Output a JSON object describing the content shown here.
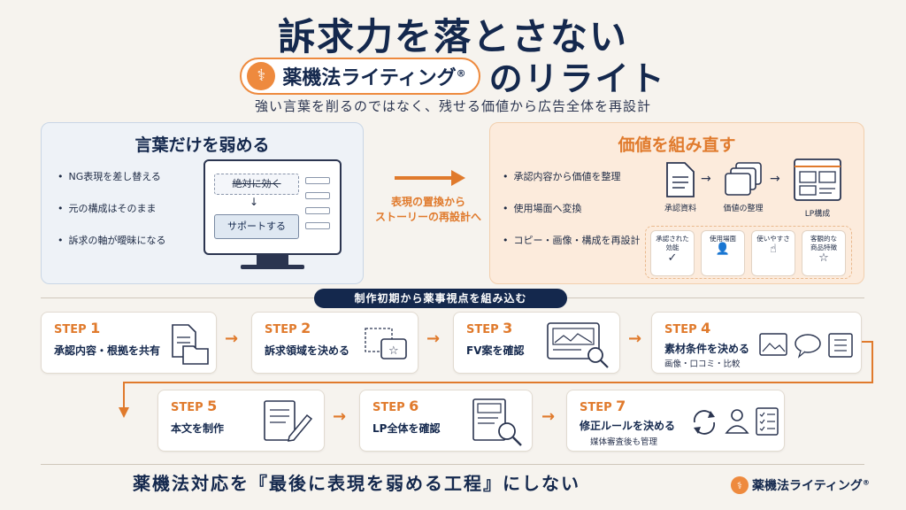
{
  "header": {
    "title_line1": "訴求力を落とさない",
    "brand_name": "薬機法ライティング",
    "brand_mark": "®",
    "title_line2": "のリライト",
    "subtitle": "強い言葉を削るのではなく、残せる価値から広告全体を再設計"
  },
  "left_panel": {
    "title": "言葉だけを弱める",
    "bullets": [
      "NG表現を差し替える",
      "元の構成はそのまま",
      "訴求の軸が曖昧になる"
    ],
    "crossed_text": "絶対に効く",
    "arrow": "↓",
    "replacement_text": "サポートする"
  },
  "middle": {
    "line1": "表現の置換から",
    "line2": "ストーリーの再設計へ"
  },
  "right_panel": {
    "title": "価値を組み直す",
    "bullets": [
      "承認内容から価値を整理",
      "使用場面へ変換",
      "コピー・画像・構成を再設計"
    ],
    "process": [
      {
        "label": "承認資料",
        "icon": "document-icon"
      },
      {
        "label": "価値の整理",
        "icon": "stack-icon"
      },
      {
        "label": "LP構成",
        "icon": "layout-icon"
      }
    ],
    "cards": [
      {
        "label": "承認された\n効能",
        "icon": "check-circle-icon",
        "glyph": "✓"
      },
      {
        "label": "使用場面",
        "icon": "person-icon",
        "glyph": "👤"
      },
      {
        "label": "使いやすさ",
        "icon": "tap-hand-icon",
        "glyph": "☝"
      },
      {
        "label": "客観的な\n商品特徴",
        "icon": "star-icon",
        "glyph": "☆"
      }
    ]
  },
  "banner": "制作初期から薬事視点を組み込む",
  "steps": [
    {
      "prefix": "STEP",
      "num": "1",
      "label": "承認内容・根拠を共有",
      "sub": "",
      "icon": "documents-folder-icon"
    },
    {
      "prefix": "STEP",
      "num": "2",
      "label": "訴求領域を決める",
      "sub": "",
      "icon": "select-area-icon"
    },
    {
      "prefix": "STEP",
      "num": "3",
      "label": "FV案を確認",
      "sub": "",
      "icon": "image-magnifier-icon"
    },
    {
      "prefix": "STEP",
      "num": "4",
      "label": "素材条件を決める",
      "sub": "画像・口コミ・比較",
      "icon": "image-chat-list-icon"
    },
    {
      "prefix": "STEP",
      "num": "5",
      "label": "本文を制作",
      "sub": "",
      "icon": "document-pen-icon"
    },
    {
      "prefix": "STEP",
      "num": "6",
      "label": "LP全体を確認",
      "sub": "",
      "icon": "page-magnifier-icon"
    },
    {
      "prefix": "STEP",
      "num": "7",
      "label": "修正ルールを決める",
      "sub": "媒体審査後も管理",
      "icon": "refresh-user-checklist-icon"
    }
  ],
  "footer": {
    "tagline": "薬機法対応を『最後に表現を弱める工程』にしない",
    "brand_name": "薬機法ライティング",
    "brand_mark": "®"
  },
  "colors": {
    "navy": "#14284d",
    "orange": "#e07a2c",
    "background": "#f6f3ee"
  }
}
